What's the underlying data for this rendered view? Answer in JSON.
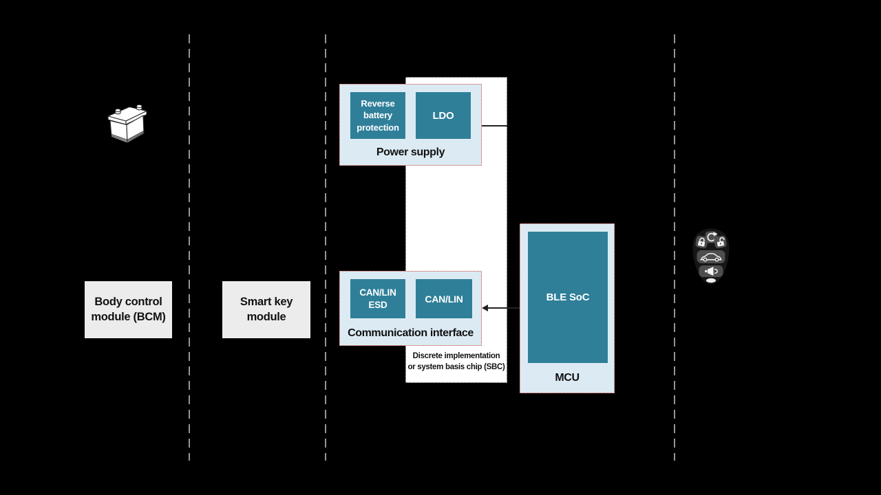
{
  "diagram": {
    "title_hint": "Smart key module block diagram",
    "modules": {
      "bcm": {
        "label": "Body control module (BCM)"
      },
      "smart_key": {
        "label": "Smart key module"
      },
      "power_supply": {
        "label": "Power supply",
        "blocks": [
          {
            "label": "Reverse battery protection"
          },
          {
            "label": "LDO"
          }
        ]
      },
      "comm_interface": {
        "label": "Communication interface",
        "blocks": [
          {
            "label": "CAN/LIN ESD"
          },
          {
            "label": "CAN/LIN"
          }
        ]
      },
      "sbc": {
        "note_line1": "Discrete implementation",
        "note_line2": "or system basis chip (SBC)"
      },
      "mcu": {
        "label": "MCU",
        "blocks": [
          {
            "label": "BLE SoC"
          }
        ]
      }
    },
    "icons": {
      "battery": "car-battery-illustration",
      "key_fob": "key-fob-remote-with-lock-unlock-start-trunk-panic-buttons"
    },
    "colors": {
      "background": "#000000",
      "chip_teal": "#2F7F99",
      "panel_blue": "#DCEBF3",
      "panel_border_red": "#C8463C",
      "gray_label_box": "#ECECEC",
      "divider_gray": "#969696",
      "sbc_white": "#FFFFFF",
      "connector_black": "#222222"
    }
  }
}
